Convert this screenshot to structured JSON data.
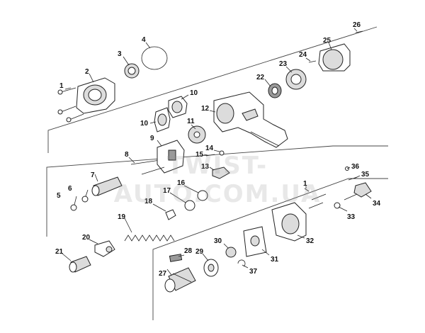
{
  "watermark": "TWIST-AUTO.COM.UA",
  "part_numbers": [
    "1",
    "2",
    "3",
    "4",
    "5",
    "6",
    "7",
    "8",
    "9",
    "10",
    "10",
    "11",
    "12",
    "13",
    "14",
    "15",
    "16",
    "17",
    "18",
    "19",
    "20",
    "21",
    "22",
    "23",
    "24",
    "25",
    "26",
    "27",
    "28",
    "29",
    "30",
    "31",
    "32",
    "33",
    "34",
    "35",
    "36",
    "37",
    "1"
  ]
}
